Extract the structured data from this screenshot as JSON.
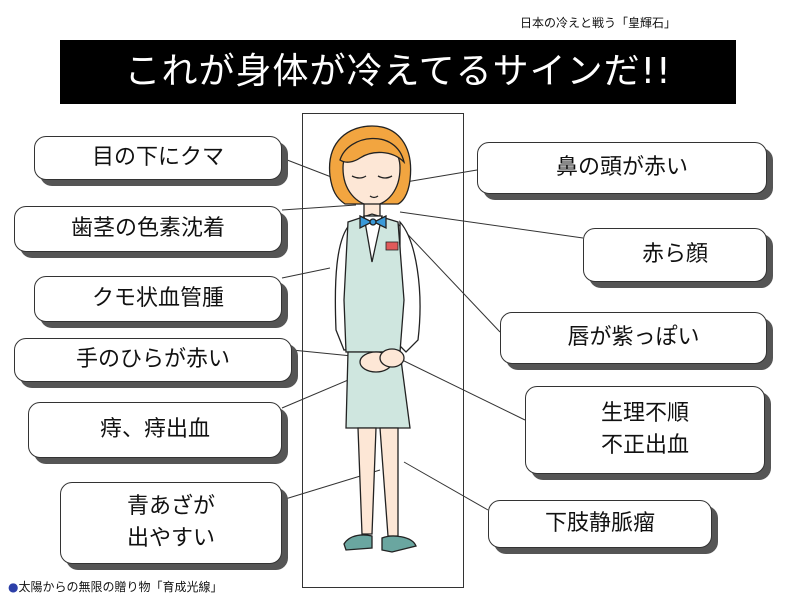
{
  "top_caption": "日本の冷えと戦う「皇輝石」",
  "title": "これが身体が冷えてるサインだ!!",
  "labels": {
    "dark_circles": "目の下にクマ",
    "gum_pigmentation": "歯茎の色素沈着",
    "spider_angioma": "クモ状血管腫",
    "red_palms": "手のひらが赤い",
    "hemorrhoids": "痔、痔出血",
    "bruises_line1": "青あざが",
    "bruises_line2": "出やすい",
    "red_nose": "鼻の頭が赤い",
    "red_face": "赤ら顔",
    "purple_lips": "唇が紫っぽい",
    "menstrual_line1": "生理不順",
    "menstrual_line2": "不正出血",
    "varicose_veins": "下肢静脈瘤"
  },
  "footer": {
    "bullet": "●",
    "text": "太陽からの無限の贈り物「育成光線」"
  },
  "colors": {
    "title_bg": "#000000",
    "vest": "#cfe6df",
    "hair": "#f2a540",
    "bow": "#3a9ad9",
    "shoes": "#6aa6a0",
    "skin": "#fde7d6"
  }
}
